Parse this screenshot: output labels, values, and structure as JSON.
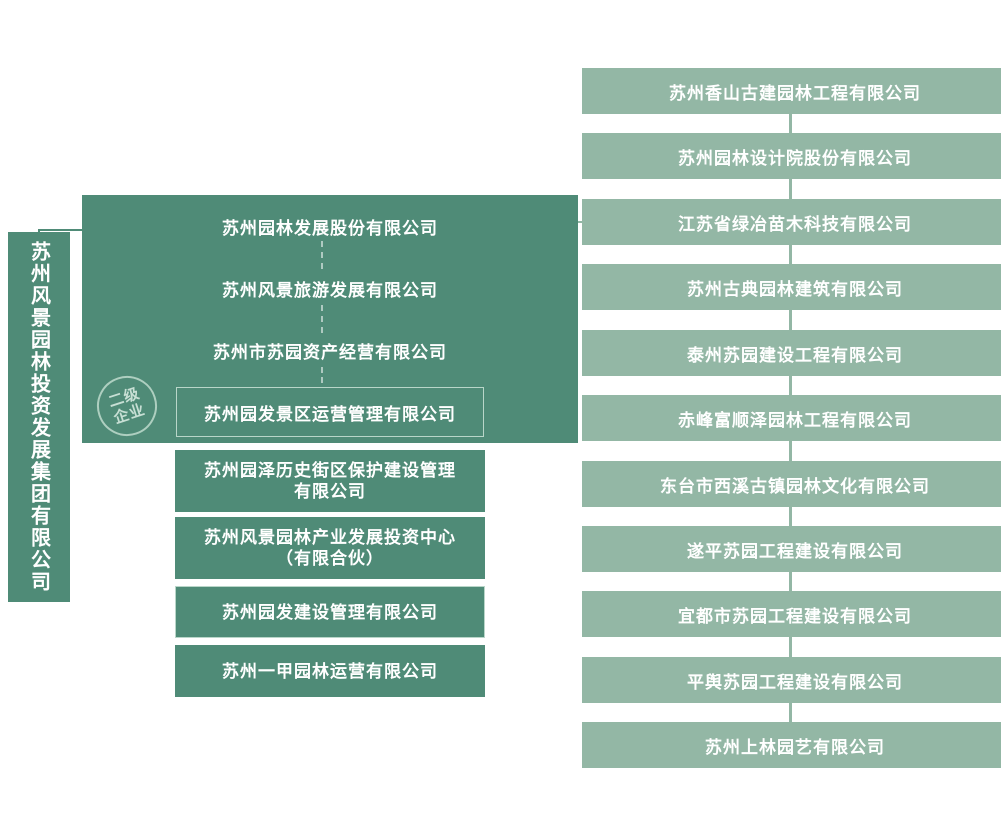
{
  "colors": {
    "primary_green": "#4f8b77",
    "light_green": "#93b7a5",
    "text_white": "#ffffff",
    "box_border": "#b9d6c9"
  },
  "group": {
    "label": "苏州风景园林投资发展集团有限公司"
  },
  "watermark": {
    "line1": "二级",
    "line2": "企业"
  },
  "middle": {
    "rows": [
      "苏州园林发展股份有限公司",
      "苏州风景旅游发展有限公司",
      "苏州市苏园资产经营有限公司",
      "苏州园发景区运营管理有限公司"
    ],
    "boxes": [
      {
        "line1": "苏州园泽历史街区保护建设管理",
        "line2": "有限公司"
      },
      {
        "line1": "苏州风景园林产业发展投资中心",
        "line2": "（有限合伙）"
      },
      {
        "label": "苏州园发建设管理有限公司"
      },
      {
        "label": "苏州一甲园林运营有限公司"
      }
    ]
  },
  "right": {
    "companies": [
      "苏州香山古建园林工程有限公司",
      "苏州园林设计院股份有限公司",
      "江苏省绿冶苗木科技有限公司",
      "苏州古典园林建筑有限公司",
      "泰州苏园建设工程有限公司",
      "赤峰富顺泽园林工程有限公司",
      "东台市西溪古镇园林文化有限公司",
      "遂平苏园工程建设有限公司",
      "宜都市苏园工程建设有限公司",
      "平舆苏园工程建设有限公司",
      "苏州上林园艺有限公司"
    ]
  }
}
